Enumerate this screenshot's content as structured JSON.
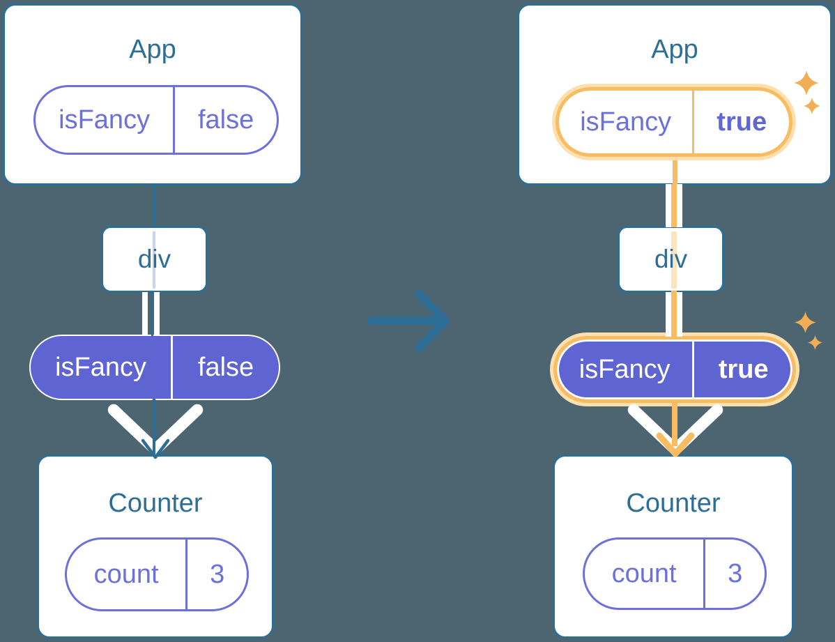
{
  "left": {
    "app": {
      "title": "App",
      "prop_name": "isFancy",
      "prop_value": "false"
    },
    "div": {
      "label": "div"
    },
    "prop_pill": {
      "name": "isFancy",
      "value": "false"
    },
    "counter": {
      "title": "Counter",
      "state_name": "count",
      "state_value": "3"
    }
  },
  "right": {
    "app": {
      "title": "App",
      "prop_name": "isFancy",
      "prop_value": "true"
    },
    "div": {
      "label": "div"
    },
    "prop_pill": {
      "name": "isFancy",
      "value": "true"
    },
    "counter": {
      "title": "Counter",
      "state_name": "count",
      "state_value": "3"
    }
  },
  "colors": {
    "background": "#4D6571",
    "stroke_blue": "#2B6E96",
    "title_blue": "#2D6E96",
    "purple_outline": "#6B70DD",
    "purple_fill": "#5E65D3",
    "highlight_orange": "#F9BC60",
    "highlight_glow": "#FDE0AE",
    "pale_orange": "#FCE4BC",
    "pale_blue": "#C9D3F0",
    "sparkle_orange": "#F2AE54"
  }
}
